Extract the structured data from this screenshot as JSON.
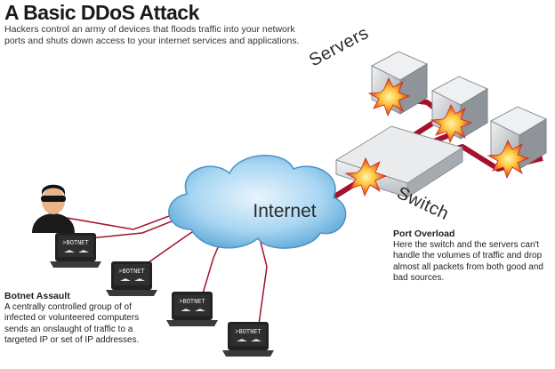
{
  "header": {
    "title": "A Basic DDoS Attack",
    "subtitle": "Hackers control an army of devices that floods traffic into your network ports and shuts down access to your internet services and applications."
  },
  "labels": {
    "servers": "Servers",
    "switch": "Switch",
    "internet": "Internet",
    "botnet_screen": ">BOTNET"
  },
  "port_overload": {
    "heading": "Port Overload",
    "body": "Here the switch and the servers can't handle the volumes of traffic and drop almost all packets from both good and bad sources."
  },
  "botnet_assault": {
    "heading": "Botnet Assault",
    "body": "A centrally controlled group of of infected or volunteered computers sends an onslaught of traffic to a targeted IP or set of IP addresses."
  },
  "colors": {
    "attack_line": "#a5112b",
    "cloud": "#8fc6ea",
    "server_body": "#c9ccd0",
    "explosion": "#f26a1b"
  }
}
